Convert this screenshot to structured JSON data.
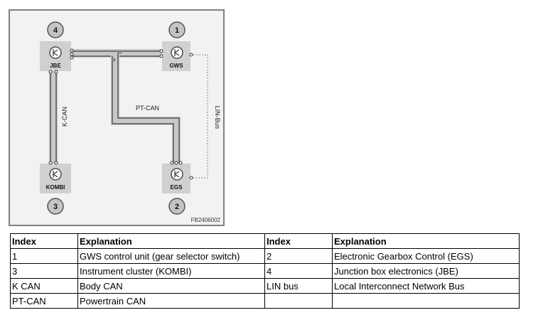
{
  "diagram": {
    "modules": [
      {
        "id": "jbe",
        "index": "4",
        "label": "JBE"
      },
      {
        "id": "gws",
        "index": "1",
        "label": "GWS"
      },
      {
        "id": "kombi",
        "index": "3",
        "label": "KOMBI"
      },
      {
        "id": "egs",
        "index": "2",
        "label": "EGS"
      }
    ],
    "bus_labels": {
      "pt_can": "PT-CAN",
      "k_can": "K-CAN",
      "lin_bus": "LIN-Bus"
    },
    "figure_code": "FB2406002"
  },
  "legend": {
    "headers": [
      "Index",
      "Explanation",
      "Index",
      "Explanation"
    ],
    "rows": [
      [
        "1",
        "GWS control unit (gear selector switch)",
        "2",
        "Electronic Gearbox Control (EGS)"
      ],
      [
        "3",
        "Instrument cluster (KOMBI)",
        "4",
        "Junction box electronics (JBE)"
      ],
      [
        "K CAN",
        "Body CAN",
        "LIN bus",
        "Local Interconnect Network Bus"
      ],
      [
        "PT-CAN",
        "Powertrain CAN",
        "",
        ""
      ]
    ]
  }
}
